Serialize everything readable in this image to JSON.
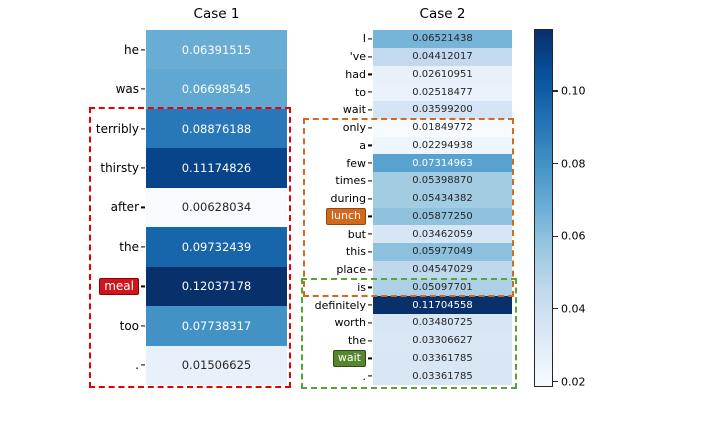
{
  "figure": {
    "background": "#ffffff",
    "colormap": {
      "name": "Blues",
      "stops": [
        "#f7fbff",
        "#deebf7",
        "#c6dbef",
        "#9ecae1",
        "#6baed6",
        "#4292c6",
        "#2171b5",
        "#08519c",
        "#08306b"
      ]
    },
    "text_colors": {
      "annotation_dark": "#262626",
      "annotation_light": "#ffffff",
      "tick_label": "#000000"
    }
  },
  "chart_data": [
    {
      "type": "heatmap",
      "title": "Case 1",
      "vmin": 0.00628034,
      "vmax": 0.12037178,
      "rows": [
        {
          "label": "he",
          "value": "0.06391515"
        },
        {
          "label": "was",
          "value": "0.06698545"
        },
        {
          "label": "terribly",
          "value": "0.08876188"
        },
        {
          "label": "thirsty",
          "value": "0.11174826"
        },
        {
          "label": "after",
          "value": "0.00628034"
        },
        {
          "label": "the",
          "value": "0.09732439"
        },
        {
          "label": "meal",
          "value": "0.12037178",
          "highlight": {
            "bg": "#ce161f",
            "border": "#8b0000",
            "text": "#ffffff"
          }
        },
        {
          "label": "too",
          "value": "0.07738317"
        },
        {
          "label": ".",
          "value": "0.01506625"
        }
      ]
    },
    {
      "type": "heatmap",
      "title": "Case 2",
      "vmin": 0.01849772,
      "vmax": 0.11704558,
      "rows": [
        {
          "label": "I",
          "value": "0.06521438"
        },
        {
          "label": "'ve",
          "value": "0.04412017"
        },
        {
          "label": "had",
          "value": "0.02610951"
        },
        {
          "label": "to",
          "value": "0.02518477"
        },
        {
          "label": "wait",
          "value": "0.03599200"
        },
        {
          "label": "only",
          "value": "0.01849772"
        },
        {
          "label": "a",
          "value": "0.02294938"
        },
        {
          "label": "few",
          "value": "0.07314963"
        },
        {
          "label": "times",
          "value": "0.05398870"
        },
        {
          "label": "during",
          "value": "0.05434382"
        },
        {
          "label": "lunch",
          "value": "0.05877250",
          "highlight": {
            "bg": "#d2691e",
            "border": "#8c4a10",
            "text": "#ffffff"
          }
        },
        {
          "label": "but",
          "value": "0.03462059"
        },
        {
          "label": "this",
          "value": "0.05977049"
        },
        {
          "label": "place",
          "value": "0.04547029"
        },
        {
          "label": "is",
          "value": "0.05097701"
        },
        {
          "label": "definitely",
          "value": "0.11704558"
        },
        {
          "label": "worth",
          "value": "0.03480725"
        },
        {
          "label": "the",
          "value": "0.03306627"
        },
        {
          "label": "wait",
          "value": "0.03361785",
          "highlight": {
            "bg": "#57862e",
            "border": "#2f4d15",
            "text": "#ffffff"
          }
        },
        {
          "label": ".",
          "value": "0.03361785"
        }
      ]
    }
  ],
  "selection_boxes": [
    {
      "chart": 0,
      "from_label": "terribly",
      "to_label": ".",
      "color": "#e60000"
    },
    {
      "chart": 1,
      "from_label": "only",
      "to_label": "is",
      "color": "#d2691e"
    },
    {
      "chart": 1,
      "from_label": "is",
      "to_label": ".",
      "color": "#53a637"
    }
  ],
  "colorbar": {
    "tick_labels": [
      "0.10",
      "0.08",
      "0.06",
      "0.04",
      "0.02"
    ],
    "vmin": 0.01849772,
    "vmax": 0.11704558
  }
}
